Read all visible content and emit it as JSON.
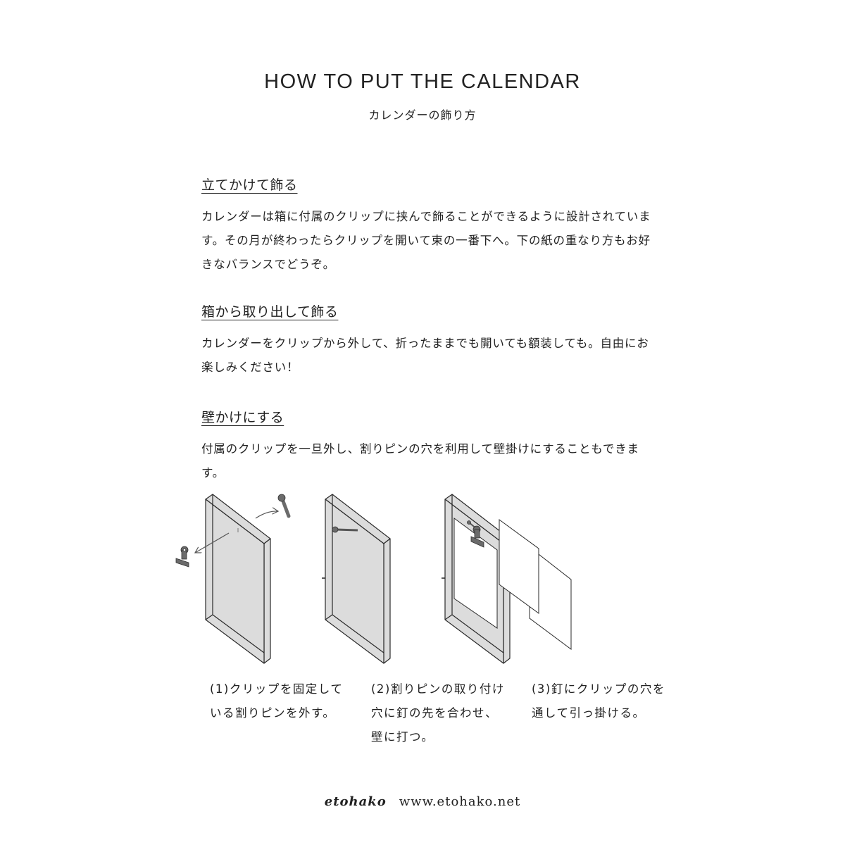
{
  "header": {
    "title": "HOW TO PUT THE CALENDAR",
    "subtitle": "カレンダーの飾り方"
  },
  "sections": [
    {
      "heading": "立てかけて飾る",
      "body": "カレンダーは箱に付属のクリップに挟んで飾ることができるように設計されています。その月が終わったらクリップを開いて束の一番下へ。下の紙の重なり方もお好きなバランスでどうぞ。"
    },
    {
      "heading": "箱から取り出して飾る",
      "body": "カレンダーをクリップから外して、折ったままでも開いても額装しても。自由にお楽しみください！"
    },
    {
      "heading": "壁かけにする",
      "body": "付属のクリップを一旦外し、割りピンの穴を利用して壁掛けにすることもできます。"
    }
  ],
  "steps": [
    {
      "label": "(1)クリップを固定している割りピンを外す。"
    },
    {
      "label": "(2)割りピンの取り付け穴に釘の先を合わせ、壁に打つ。"
    },
    {
      "label": "(3)釘にクリップの穴を通して引っ掛ける。"
    }
  ],
  "footer": {
    "brand": "etohako",
    "url": "www.etohako.net"
  },
  "colors": {
    "frame_fill": "#dcdcdc",
    "line": "#2a2a2a",
    "clip": "#6b6b6b"
  }
}
